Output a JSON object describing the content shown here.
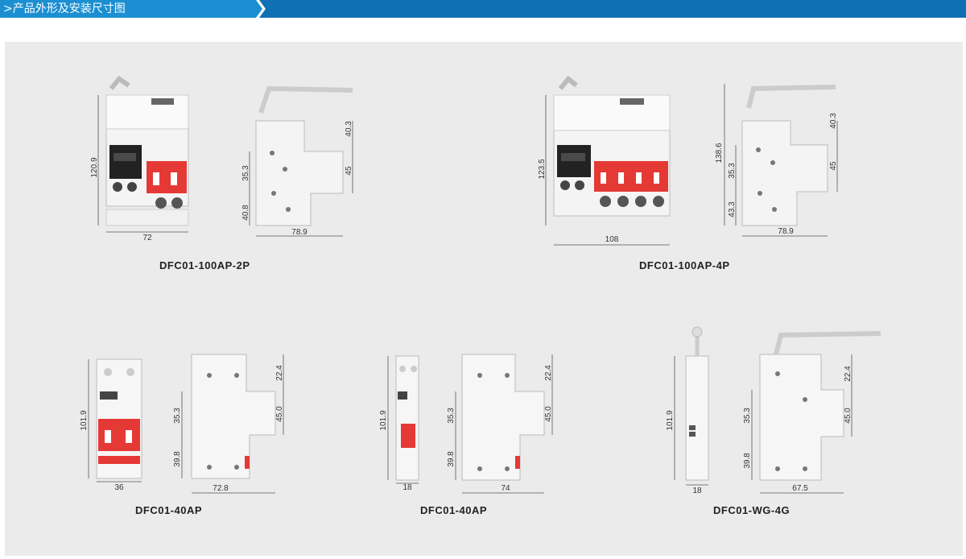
{
  "header": {
    "title": ">产品外形及安装尺寸图",
    "colors": {
      "primary": "#1b8fd2",
      "secondary": "#0f70b4"
    }
  },
  "products": [
    {
      "model": "DFC01-100AP-2P",
      "dims": {
        "height": "120.9",
        "width": "72",
        "top": "40.3",
        "mid": "35.3",
        "right": "45",
        "bottom": "40.8",
        "depth": "78.9"
      }
    },
    {
      "model": "DFC01-100AP-4P",
      "dims": {
        "height": "123.5",
        "width": "108",
        "side_height": "138.6",
        "top": "40.3",
        "mid": "35.3",
        "right": "45",
        "bottom": "43.3",
        "depth": "78.9"
      }
    },
    {
      "model": "DFC01-40AP",
      "dims": {
        "height": "101.9",
        "width": "36",
        "top": "22.4",
        "mid": "35.3",
        "right": "45.0",
        "bottom": "39.8",
        "depth": "72.8"
      }
    },
    {
      "model": "DFC01-40AP",
      "dims": {
        "height": "101.9",
        "width": "18",
        "top": "22.4",
        "mid": "35.3",
        "right": "45.0",
        "bottom": "39.8",
        "depth": "74"
      }
    },
    {
      "model": "DFC01-WG-4G",
      "dims": {
        "height": "101.9",
        "width": "18",
        "top": "22.4",
        "mid": "35.3",
        "right": "45.0",
        "bottom": "39.8",
        "depth": "67.5"
      }
    }
  ]
}
